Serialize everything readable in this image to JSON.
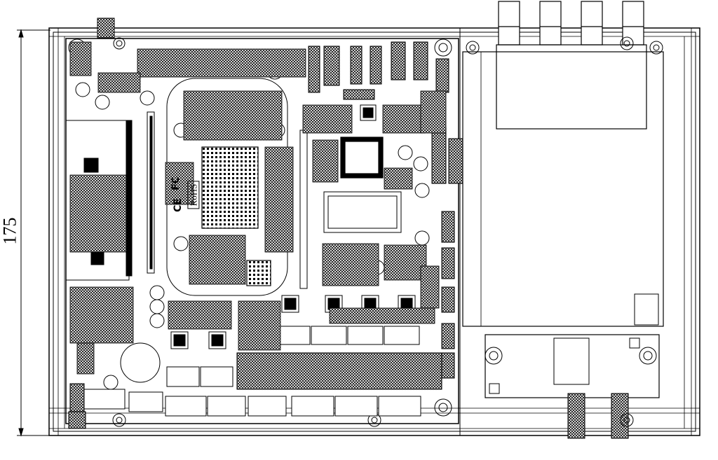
{
  "dimension": {
    "label": "175"
  },
  "marks": {
    "fcc": "FC",
    "ce": "CE",
    "rohs": "RoHS"
  },
  "colors": {
    "line": "#000000",
    "background": "#ffffff"
  }
}
